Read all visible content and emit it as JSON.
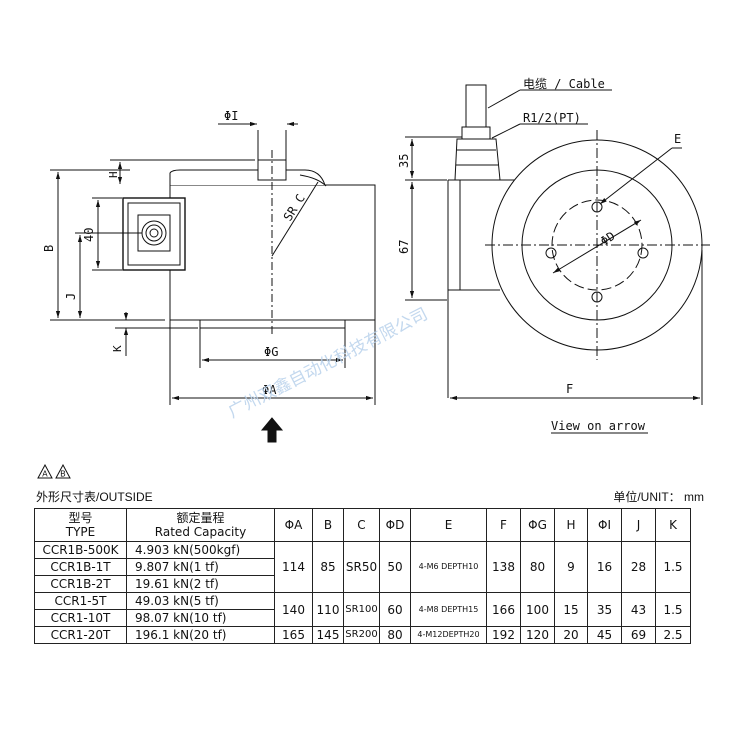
{
  "drawing": {
    "labels": {
      "cable": "电缆 / Cable",
      "thread": "R1/2(PT)",
      "phi_i": "ΦI",
      "h": "H",
      "sr_c": "SR C",
      "b": "B",
      "forty": "40",
      "j": "J",
      "k": "K",
      "phi_g": "ΦG",
      "phi_a": "ΦA",
      "thirty_five": "35",
      "sixty_seven": "67",
      "e": "E",
      "phi_d": "ΦD",
      "f": "F",
      "view_on_arrow": "View on arrow"
    },
    "watermark": "广州双鑫自动化科技有限公司"
  },
  "table": {
    "marks": [
      "A",
      "B"
    ],
    "title": "外形尺寸表/OUTSIDE",
    "unit": "单位/UNIT： mm",
    "headers": {
      "type": [
        "型号",
        "TYPE"
      ],
      "capacity": [
        "额定量程",
        "Rated Capacity"
      ],
      "cols": [
        "ΦA",
        "B",
        "C",
        "ΦD",
        "E",
        "F",
        "ΦG",
        "H",
        "ΦI",
        "J",
        "K"
      ]
    },
    "rows": [
      {
        "type": "CCR1B-500K",
        "capacity": "4.903 kN(500kgf)"
      },
      {
        "type": "CCR1B-1T",
        "capacity": "9.807 kN(1 tf)"
      },
      {
        "type": "CCR1B-2T",
        "capacity": "19.61 kN(2 tf)"
      },
      {
        "type": "CCR1-5T",
        "capacity": "49.03 kN(5 tf)"
      },
      {
        "type": "CCR1-10T",
        "capacity": "98.07 kN(10 tf)"
      },
      {
        "type": "CCR1-20T",
        "capacity": "196.1 kN(20 tf)"
      }
    ],
    "groups": [
      {
        "A": "114",
        "B": "85",
        "C": "SR50",
        "D": "50",
        "E": "4-M6 DEPTH10",
        "F": "138",
        "G": "80",
        "H": "9",
        "I": "16",
        "J": "28",
        "K": "1.5"
      },
      {
        "A": "140",
        "B": "110",
        "C": "SR100",
        "D": "60",
        "E": "4-M8 DEPTH15",
        "F": "166",
        "G": "100",
        "H": "15",
        "I": "35",
        "J": "43",
        "K": "1.5"
      },
      {
        "A": "165",
        "B": "145",
        "C": "SR200",
        "D": "80",
        "E": "4-M12DEPTH20",
        "F": "192",
        "G": "120",
        "H": "20",
        "I": "45",
        "J": "69",
        "K": "2.5"
      }
    ]
  }
}
